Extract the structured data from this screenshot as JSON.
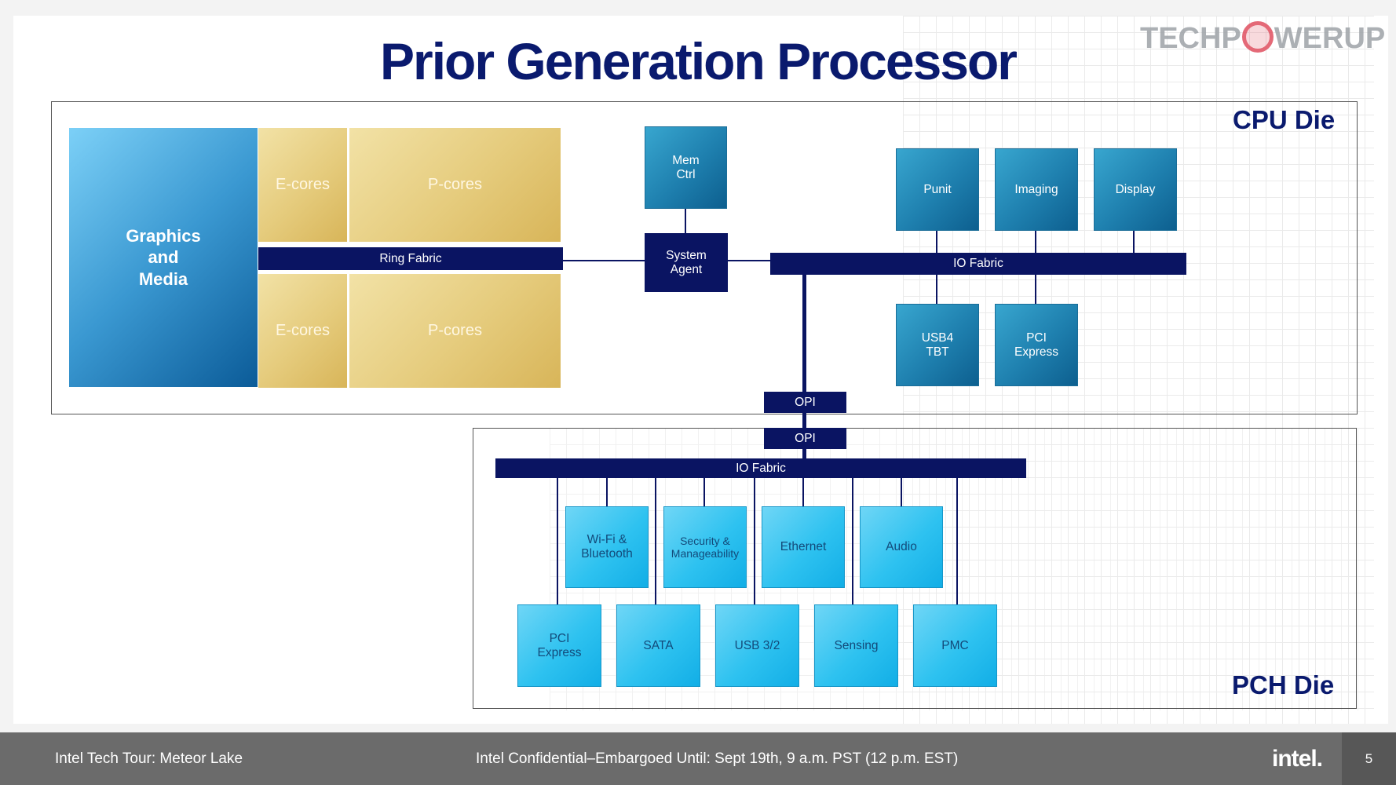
{
  "title": "Prior Generation Processor",
  "watermark": {
    "part1": "TECHP",
    "part2": "WERUP"
  },
  "cpu_die": {
    "label": "CPU Die",
    "graphics": "Graphics\nand\nMedia",
    "ecores_top": "E-cores",
    "pcores_top": "P-cores",
    "ring_fabric": "Ring Fabric",
    "ecores_bottom": "E-cores",
    "pcores_bottom": "P-cores",
    "mem_ctrl": "Mem\nCtrl",
    "system_agent": "System\nAgent",
    "io_fabric": "IO Fabric",
    "punit": "Punit",
    "imaging": "Imaging",
    "display": "Display",
    "usb4": "USB4\nTBT",
    "pci_express": "PCI\nExpress",
    "opi": "OPI"
  },
  "pch_die": {
    "label": "PCH Die",
    "opi": "OPI",
    "io_fabric": "IO Fabric",
    "wifi": "Wi-Fi &\nBluetooth",
    "security": "Security &\nManageability",
    "ethernet": "Ethernet",
    "audio": "Audio",
    "pci_express": "PCI\nExpress",
    "sata": "SATA",
    "usb32": "USB 3/2",
    "sensing": "Sensing",
    "pmc": "PMC"
  },
  "footer": {
    "left": "Intel Tech Tour: Meteor Lake",
    "center": "Intel Confidential–Embargoed Until: Sept 19th, 9 a.m. PST (12 p.m. EST)",
    "brand": "intel.",
    "page": "5"
  },
  "colors": {
    "navy": "#0a1462",
    "title": "#0a1a6e",
    "cpu_block": "#1e7fae",
    "pch_block": "#2ec2f0",
    "core_gold": "#e5cb7c"
  }
}
